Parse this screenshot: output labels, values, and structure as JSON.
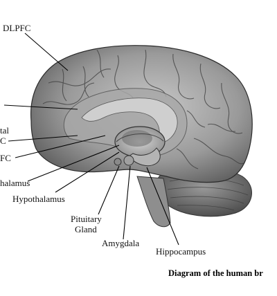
{
  "labels": {
    "dlpfc": "DLPFC",
    "frontal_partial": "tal",
    "c_partial": "C",
    "fc_partial": "FC",
    "thalamus_partial": "halamus",
    "hypothalamus": "Hypothalamus",
    "pituitary_line1": "Pituitary",
    "pituitary_line2": "Gland",
    "amygdala": "Amygdala",
    "hippocampus": "Hippocampus"
  },
  "caption": "Diagram of the human br",
  "colors": {
    "brain_fill": "#9c9c9c",
    "brain_dark": "#4a4a4a",
    "cerebellum_fill": "#7a7a7a",
    "leader_line": "#000000"
  }
}
